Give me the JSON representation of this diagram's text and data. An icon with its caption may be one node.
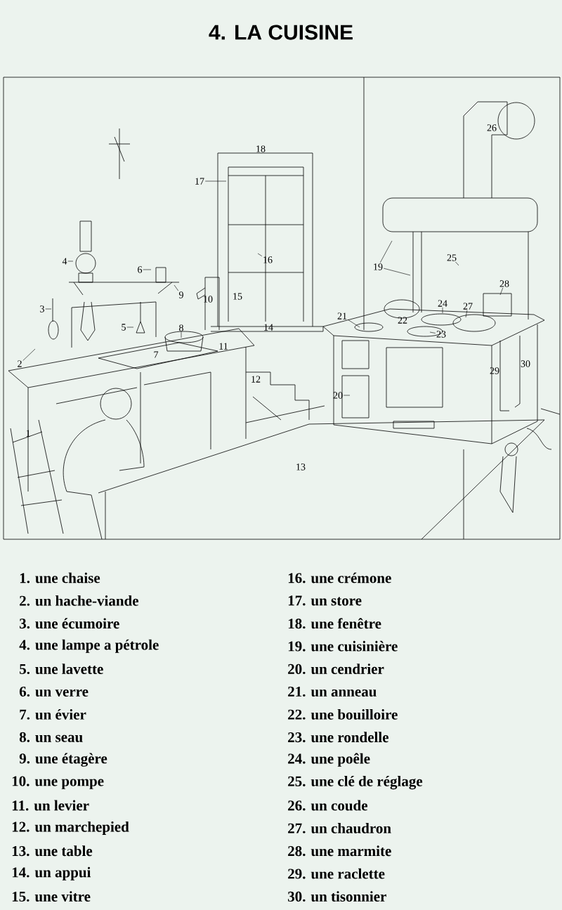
{
  "diagram": {
    "title": "4. LA CUISINE",
    "nodes": [
      {
        "text": [
          "2"
        ]
      },
      {
        "text": [
          "3"
        ]
      },
      {
        "text": [
          "4"
        ]
      },
      {
        "text": [
          "5"
        ]
      },
      {
        "text": [
          "6"
        ]
      },
      {
        "text": [
          "8"
        ]
      },
      {
        "text": [
          "9"
        ]
      },
      {
        "text": [
          "16"
        ]
      },
      {
        "text": [
          "17"
        ]
      },
      {
        "text": [
          "19"
        ]
      },
      {
        "text": [
          "20"
        ]
      },
      {
        "text": [
          "21"
        ]
      },
      {
        "text": [
          "23"
        ]
      },
      {
        "text": [
          "24"
        ]
      },
      {
        "text": [
          "25"
        ]
      },
      {
        "text": [
          "27"
        ]
      },
      {
        "text": [
          "28"
        ]
      }
    ],
    "edges": [
      {
        "from": 0,
        "to": null,
        "arrow": "none"
      },
      {
        "from": 1,
        "to": null,
        "arrow": "none"
      },
      {
        "from": 2,
        "to": null,
        "arrow": "none"
      },
      {
        "from": 3,
        "to": null,
        "arrow": "none"
      },
      {
        "from": 4,
        "to": null,
        "arrow": "none"
      },
      {
        "from": 5,
        "to": null,
        "arrow": "none"
      },
      {
        "from": 6,
        "to": null,
        "arrow": "none"
      },
      {
        "from": 7,
        "to": null,
        "arrow": "none"
      },
      {
        "from": 8,
        "to": null,
        "arrow": "none"
      },
      {
        "from": 9,
        "to": null,
        "arrow": "none"
      },
      {
        "from": 9,
        "to": null,
        "arrow": "none"
      },
      {
        "from": 10,
        "to": null,
        "arrow": "none"
      },
      {
        "from": 11,
        "to": null,
        "arrow": "none"
      },
      {
        "from": 12,
        "to": null,
        "arrow": "none"
      },
      {
        "from": 13,
        "to": null,
        "arrow": "none"
      },
      {
        "from": 14,
        "to": null,
        "arrow": "none"
      },
      {
        "from": 15,
        "to": null,
        "arrow": "none"
      },
      {
        "from": 16,
        "to": null,
        "arrow": "none"
      }
    ],
    "labels": [
      "1",
      "7",
      "10",
      "11",
      "12",
      "13",
      "14",
      "15",
      "18",
      "22",
      "26",
      "29",
      "30",
      "1. une chaise",
      "16. une crémone",
      "2. un hache-viande",
      "17. un store",
      "3. une écumoire",
      "18. une fenêtre",
      "4. une lampe a pétrole",
      "19. une cuisinière",
      "5. une lavette",
      "20. un cendrier",
      "6. un verre",
      "21. un anneau",
      "7. un évier",
      "22. une bouilloire",
      "8. un seau",
      "23. une rondelle",
      "9. une étagère",
      "24. une poêle",
      "10. une pompe",
      "25. une clé de réglage",
      "11. un levier",
      "26. un coude",
      "12. un marchepied",
      "27. un chaudron",
      "13. une table",
      "28. une marmite",
      "14. un appui",
      "29. une raclette",
      "15. une vitre",
      "30. un tisonnier"
    ]
  }
}
